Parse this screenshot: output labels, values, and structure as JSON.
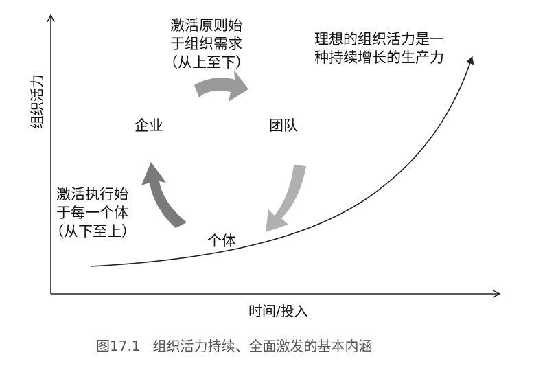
{
  "diagram": {
    "y_axis_label": "组织活力",
    "x_axis_label": "时间/投入",
    "nodes": {
      "enterprise": "企业",
      "team": "团队",
      "individual": "个体"
    },
    "top_note": [
      "激活原则始",
      "于组织需求",
      "（从上至下）"
    ],
    "left_note": [
      "激活执行始",
      "于每一个体",
      "（从下至上）"
    ],
    "curve_note": [
      "理想的组织活力是一",
      "种持续增长的生产力"
    ],
    "colors": {
      "axis": "#222222",
      "curve": "#222222",
      "arrow_top": "#9a9a9a",
      "arrow_right": "#b0b0b0",
      "arrow_left": "#7a7a7a",
      "caption": "#555555"
    }
  },
  "caption": {
    "figure_number": "图17.1",
    "text": "组织活力持续、全面激发的基本内涵"
  }
}
